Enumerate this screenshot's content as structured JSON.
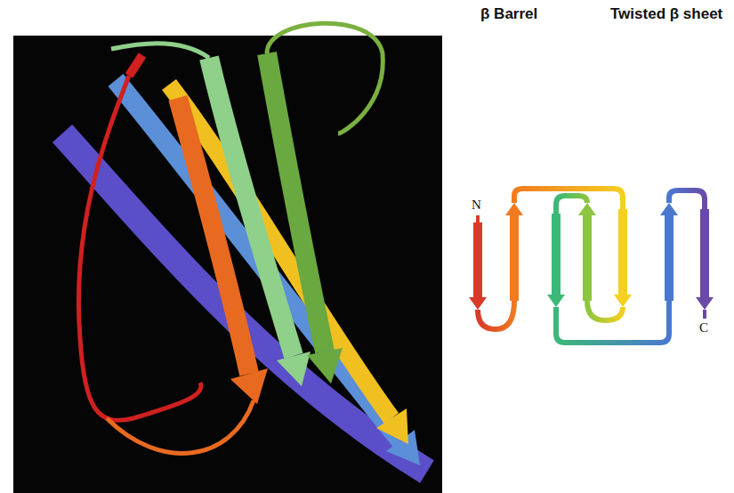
{
  "diagram": {
    "labels": [
      "β Barrel",
      "Twisted β sheet",
      "N",
      "C"
    ]
  }
}
